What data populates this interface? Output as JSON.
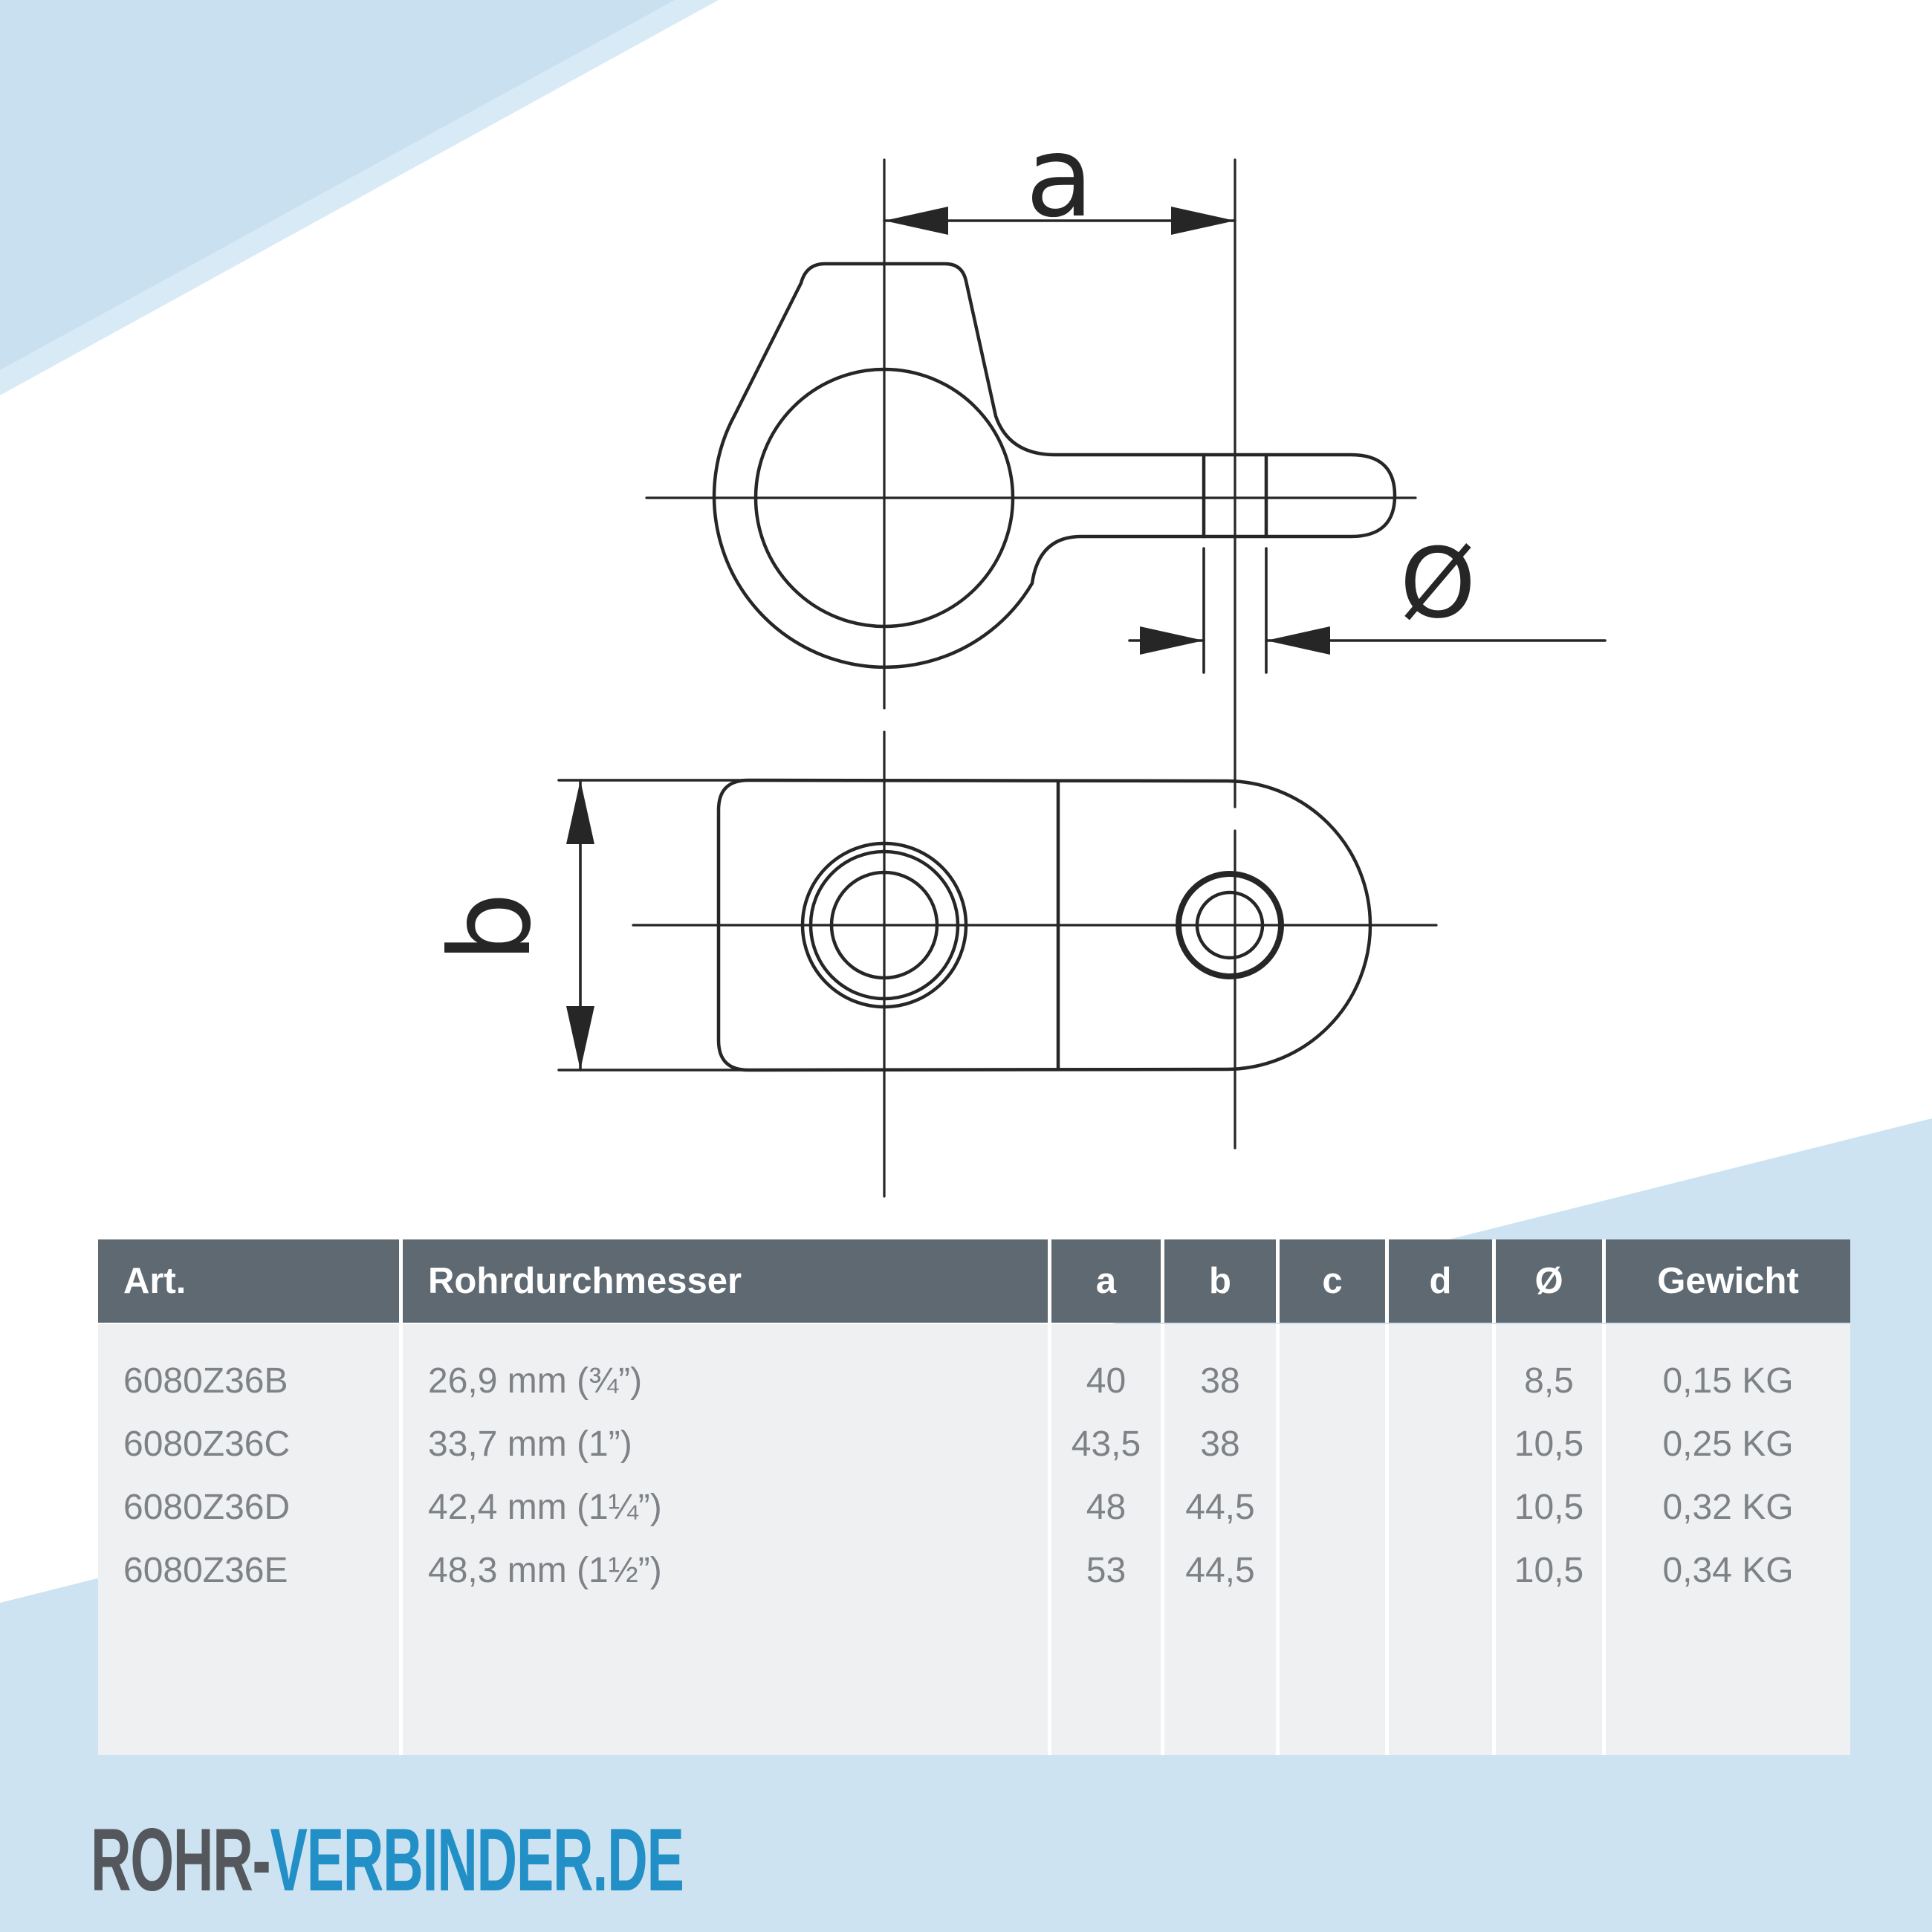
{
  "drawing": {
    "dim_a_label": "a",
    "dim_b_label": "b",
    "dim_dia_label": "Ø"
  },
  "table": {
    "headers": [
      "Art.",
      "Rohrdurchmesser",
      "a",
      "b",
      "c",
      "d",
      "Ø",
      "Gewicht"
    ],
    "rows": [
      {
        "art": "6080Z36B",
        "rohr": "26,9 mm (¾”)",
        "a": "40",
        "b": "38",
        "c": "",
        "d": "",
        "dia": "8,5",
        "gewicht": "0,15 KG"
      },
      {
        "art": "6080Z36C",
        "rohr": "33,7 mm (1”)",
        "a": "43,5",
        "b": "38",
        "c": "",
        "d": "",
        "dia": "10,5",
        "gewicht": "0,25 KG"
      },
      {
        "art": "6080Z36D",
        "rohr": "42,4 mm (1¼”)",
        "a": "48",
        "b": "44,5",
        "c": "",
        "d": "",
        "dia": "10,5",
        "gewicht": "0,32 KG"
      },
      {
        "art": "6080Z36E",
        "rohr": "48,3 mm (1½”)",
        "a": "53",
        "b": "44,5",
        "c": "",
        "d": "",
        "dia": "10,5",
        "gewicht": "0,34 KG"
      }
    ]
  },
  "logo": {
    "part1": "ROHR-",
    "part2": "VERBINDER.DE"
  },
  "colors": {
    "accent_blue_light": "#d8eaf6",
    "accent_blue_mid": "#c9e0f0",
    "accent_blue_band": "#cde3f1",
    "header_gray": "#5e6972",
    "row_gray": "#eef0f1",
    "text_gray": "#7e8287",
    "logo_dark": "#54585c",
    "logo_blue": "#2290c7",
    "line_color": "#262626"
  }
}
